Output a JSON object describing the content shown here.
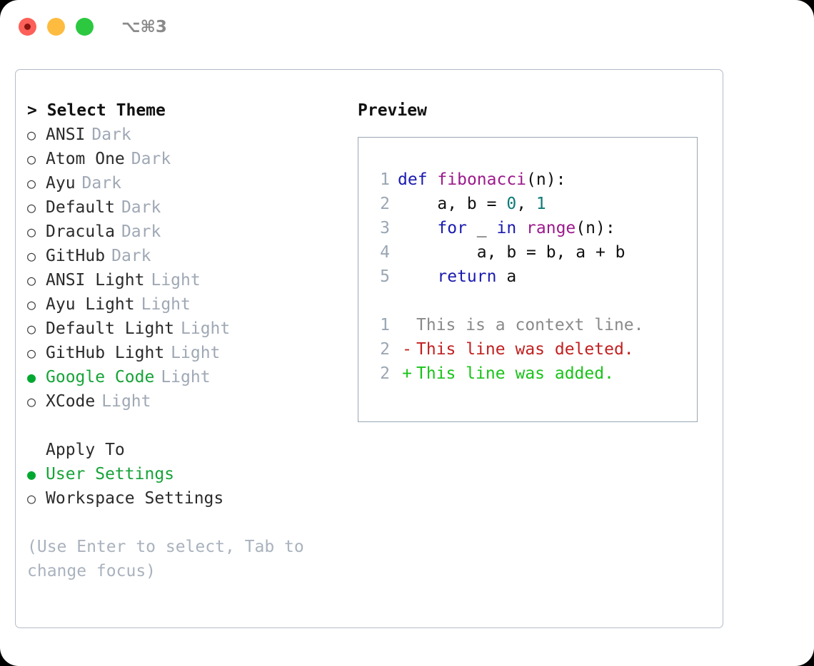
{
  "titlebar": {
    "shortcut": "⌥⌘3",
    "buttons": [
      {
        "name": "close",
        "color": "#fc6058"
      },
      {
        "name": "minimize",
        "color": "#fdbc40"
      },
      {
        "name": "zoom",
        "color": "#2bc840"
      }
    ]
  },
  "theme_picker": {
    "heading": "> Select Theme",
    "marker_unselected": "○",
    "marker_selected": "●",
    "selected_color": "#17a339",
    "kind_color": "#9fa8b5",
    "items": [
      {
        "name": "ANSI",
        "kind": "Dark",
        "selected": false
      },
      {
        "name": "Atom One",
        "kind": "Dark",
        "selected": false
      },
      {
        "name": "Ayu",
        "kind": "Dark",
        "selected": false
      },
      {
        "name": "Default",
        "kind": "Dark",
        "selected": false
      },
      {
        "name": "Dracula",
        "kind": "Dark",
        "selected": false
      },
      {
        "name": "GitHub",
        "kind": "Dark",
        "selected": false
      },
      {
        "name": "ANSI Light",
        "kind": "Light",
        "selected": false
      },
      {
        "name": "Ayu Light",
        "kind": "Light",
        "selected": false
      },
      {
        "name": "Default Light",
        "kind": "Light",
        "selected": false
      },
      {
        "name": "GitHub Light",
        "kind": "Light",
        "selected": false
      },
      {
        "name": "Google Code",
        "kind": "Light",
        "selected": true
      },
      {
        "name": "XCode",
        "kind": "Light",
        "selected": false
      }
    ]
  },
  "apply_to": {
    "heading": "Apply To",
    "items": [
      {
        "label": "User Settings",
        "selected": true
      },
      {
        "label": "Workspace Settings",
        "selected": false
      }
    ]
  },
  "hint": "(Use Enter to select, Tab to\nchange focus)",
  "preview": {
    "heading": "Preview",
    "code_lines": [
      {
        "no": "1",
        "tokens": [
          {
            "t": "def",
            "c": "kw"
          },
          {
            "t": " ",
            "c": "punc"
          },
          {
            "t": "fibonacci",
            "c": "fn"
          },
          {
            "t": "(",
            "c": "punc"
          },
          {
            "t": "n",
            "c": "id"
          },
          {
            "t": "):",
            "c": "punc"
          }
        ]
      },
      {
        "no": "2",
        "tokens": [
          {
            "t": "    a, b = ",
            "c": "id"
          },
          {
            "t": "0",
            "c": "num"
          },
          {
            "t": ", ",
            "c": "punc"
          },
          {
            "t": "1",
            "c": "num"
          }
        ]
      },
      {
        "no": "3",
        "tokens": [
          {
            "t": "    ",
            "c": "punc"
          },
          {
            "t": "for",
            "c": "kw"
          },
          {
            "t": " _ ",
            "c": "id"
          },
          {
            "t": "in",
            "c": "kw"
          },
          {
            "t": " ",
            "c": "punc"
          },
          {
            "t": "range",
            "c": "fn"
          },
          {
            "t": "(",
            "c": "punc"
          },
          {
            "t": "n",
            "c": "id"
          },
          {
            "t": "):",
            "c": "punc"
          }
        ]
      },
      {
        "no": "4",
        "tokens": [
          {
            "t": "        a, b = b, a + b",
            "c": "id"
          }
        ]
      },
      {
        "no": "5",
        "tokens": [
          {
            "t": "    ",
            "c": "punc"
          },
          {
            "t": "return",
            "c": "kw"
          },
          {
            "t": " a",
            "c": "id"
          }
        ]
      }
    ],
    "diff_lines": [
      {
        "no": "1",
        "mark": " ",
        "text": "This is a context line.",
        "kind": "ctx"
      },
      {
        "no": "2",
        "mark": "-",
        "text": "This line was deleted.",
        "kind": "del"
      },
      {
        "no": "2",
        "mark": "+",
        "text": "This line was added.",
        "kind": "add"
      }
    ],
    "syntax_colors": {
      "keyword": "#1a1ab0",
      "function": "#9c1a8c",
      "number": "#0c7a76",
      "identifier": "#111111",
      "lineno": "#9aa6b4",
      "diff_context": "#8a8a8a",
      "diff_deleted": "#c22020",
      "diff_added": "#19c419"
    }
  }
}
